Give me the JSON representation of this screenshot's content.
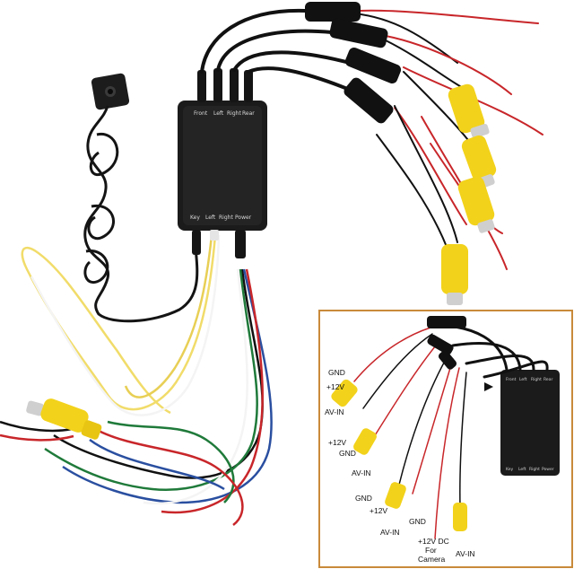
{
  "colors": {
    "background": "#ffffff",
    "box": "#1b1b1b",
    "rca_yellow": "#f2d21b",
    "wire_red": "#c8262a",
    "wire_black": "#111111",
    "wire_yellow": "#f1dc6a",
    "wire_white": "#f4f4f4",
    "wire_green": "#1f7a3a",
    "wire_blue": "#2a4fa0",
    "inset_border": "#c98a3a"
  },
  "main_box": {
    "top_labels": [
      "Front",
      "Left",
      "Right",
      "Rear"
    ],
    "bottom_labels": [
      "Key",
      "Left",
      "Right",
      "Power"
    ]
  },
  "inset": {
    "box_top_labels": [
      "Front",
      "Left",
      "Right",
      "Rear"
    ],
    "box_bottom_labels": [
      "Key",
      "Left",
      "Right",
      "Power"
    ],
    "arrow_icon": "arrow-right-icon",
    "callouts": {
      "gnd_1": "GND",
      "v12_1": "+12V",
      "avin_1": "AV-IN",
      "v12_2": "+12V",
      "gnd_2": "GND",
      "avin_2": "AV-IN",
      "gnd_3": "GND",
      "v12_3": "+12V",
      "avin_3": "AV-IN",
      "gnd_4": "GND",
      "dc_line1": "+12V DC",
      "dc_line2": "For",
      "dc_line3": "Camera",
      "avin_4": "AV-IN"
    }
  }
}
